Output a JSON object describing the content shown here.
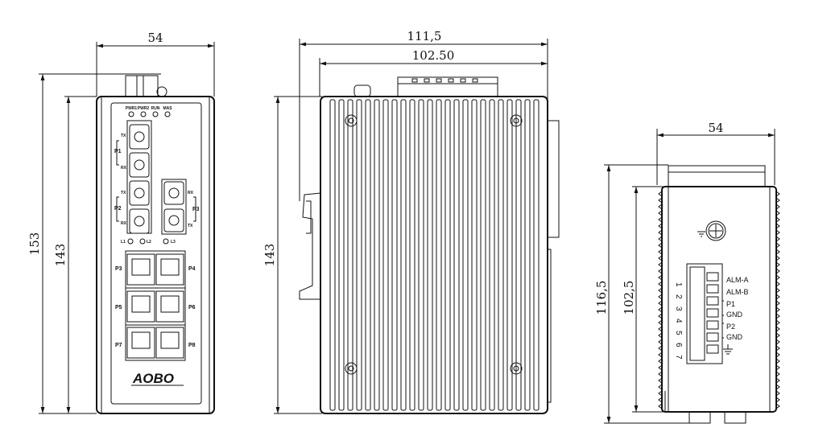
{
  "front_view": {
    "dim_width": "54",
    "dim_total_height": "153",
    "dim_body_height": "143",
    "led_labels": [
      "PWR1",
      "PWR2",
      "RUN",
      "MAS"
    ],
    "port_p1": "P1",
    "port_p2": "P2",
    "port_p3": "P3",
    "tx": "TX",
    "rx": "RX",
    "link_labels": [
      "L1",
      "L2",
      "L3"
    ],
    "rj45_labels_left": [
      "P3",
      "P5",
      "P7"
    ],
    "rj45_labels_right": [
      "P4",
      "P6",
      "P8"
    ],
    "logo": "AOBO"
  },
  "side_view": {
    "dim_total_depth": "111,5",
    "dim_body_depth": "102.50",
    "dim_height": "143"
  },
  "top_view": {
    "dim_width": "54",
    "dim_total": "116,5",
    "dim_body": "102,5",
    "pin_numbers": [
      "1",
      "2",
      "3",
      "4",
      "5",
      "6",
      "7"
    ],
    "terminal_labels": [
      "ALM-A",
      "ALM-B",
      "P1",
      "GND",
      "P2",
      "GND"
    ]
  }
}
